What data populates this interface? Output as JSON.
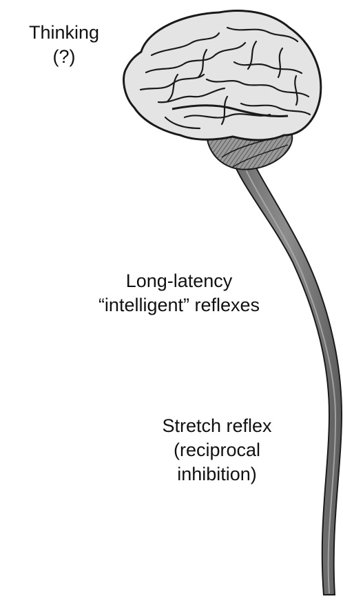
{
  "labels": {
    "thinking": [
      "Thinking",
      "(?)"
    ],
    "long_latency": [
      "Long-latency",
      "“intelligent” reflexes"
    ],
    "stretch": [
      "Stretch reflex",
      "(reciprocal",
      "inhibition)"
    ]
  },
  "illustration": {
    "icon": "brain-and-spinal-cord-icon",
    "colors": {
      "brain_fill": "#e4e4e4",
      "outline": "#1a1a1a",
      "cerebellum_fill": "#8a8a8a",
      "spinal_cord_fill": "#7d7d7d"
    }
  }
}
